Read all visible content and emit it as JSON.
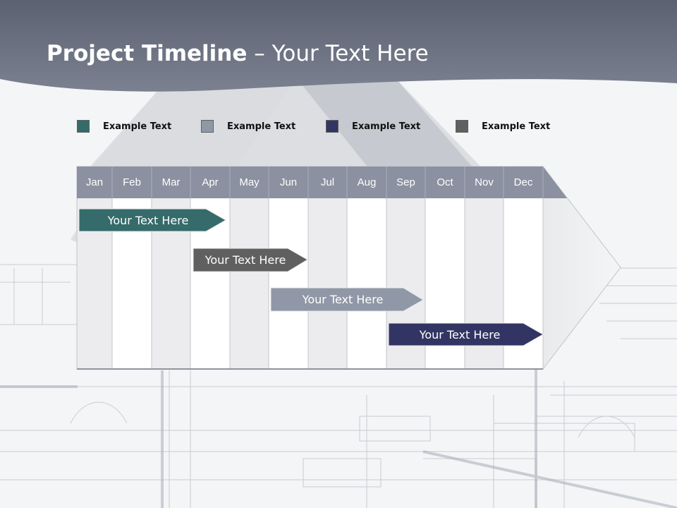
{
  "slide": {
    "title_bold": "Project Timeline",
    "title_rest": " – Your Text Here"
  },
  "legend": [
    {
      "label": "Example Text",
      "color": "#356b6a"
    },
    {
      "label": "Example Text",
      "color": "#9097a6"
    },
    {
      "label": "Example Text",
      "color": "#323563"
    },
    {
      "label": "Example Text",
      "color": "#606060"
    }
  ],
  "timeline": {
    "months": [
      "Jan",
      "Feb",
      "Mar",
      "Apr",
      "May",
      "Jun",
      "Jul",
      "Aug",
      "Sep",
      "Oct",
      "Nov",
      "Dec"
    ],
    "header_color": "#8b91a0",
    "tasks": [
      {
        "label": "Your  Text Here",
        "color": "#356b6a"
      },
      {
        "label": "Your  Text Here",
        "color": "#606060"
      },
      {
        "label": "Your  Text Here",
        "color": "#9097a6"
      },
      {
        "label": "Your  Text Here",
        "color": "#323563"
      }
    ]
  }
}
